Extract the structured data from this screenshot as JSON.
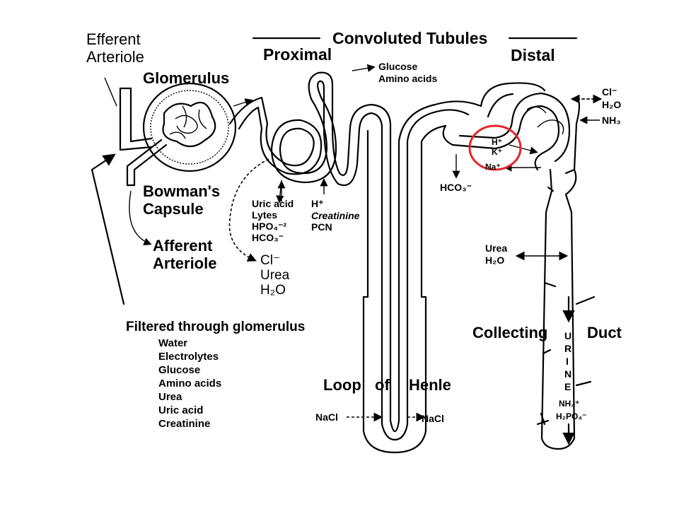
{
  "header": {
    "title": "Convoluted Tubules",
    "proximal": "Proximal",
    "distal": "Distal"
  },
  "structures": {
    "efferent": [
      "Efferent",
      "Arteriole"
    ],
    "glomerulus": "Glomerulus",
    "bowmans": [
      "Bowman's",
      "Capsule"
    ],
    "afferent": [
      "Afferent",
      "Arteriole"
    ],
    "loop": [
      "Loop",
      "of",
      "Henle"
    ],
    "collecting": "Collecting",
    "duct": "Duct",
    "urine": [
      "U",
      "R",
      "I",
      "N",
      "E"
    ]
  },
  "proximal_labels": {
    "out_top": [
      "Glucose",
      "Amino acids"
    ],
    "secrete_left": [
      "Uric acid",
      "Lytes",
      "HPO₄⁻²",
      "HCO₃⁻"
    ],
    "secrete_right": [
      "H⁺",
      "Creatinine",
      "PCN"
    ],
    "passive": [
      "Cl⁻",
      "Urea",
      "H₂O"
    ]
  },
  "distal_labels": {
    "right": [
      "Cl⁻",
      "H₂O",
      "NH₃"
    ],
    "center": [
      "H⁺",
      "K⁺",
      "Na⁺"
    ],
    "bicarb": "HCO₃⁻",
    "duct_side": [
      "Urea",
      "H₂O"
    ],
    "duct_bottom": [
      "NH₄⁺",
      "H₂PO₄⁻"
    ]
  },
  "loop_labels": {
    "in": "NaCl",
    "out": "NaCl"
  },
  "filtered": {
    "title": "Filtered through glomerulus",
    "items": [
      "Water",
      "Electrolytes",
      "Glucose",
      "Amino acids",
      "Urea",
      "Uric acid",
      "Creatinine"
    ]
  },
  "colors": {
    "ink": "#000000",
    "highlight": "#e8242a"
  }
}
